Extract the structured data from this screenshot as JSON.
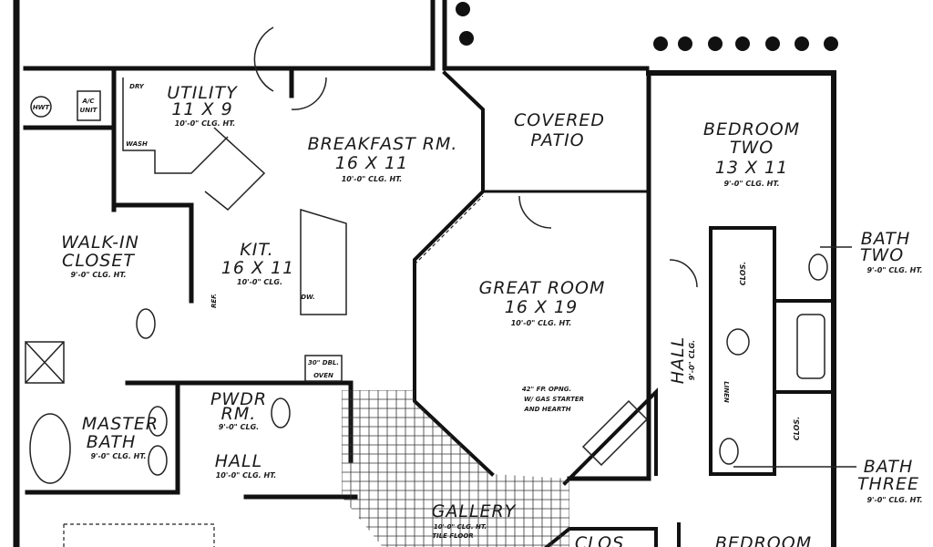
{
  "rooms": {
    "utility": {
      "name": "UTILITY",
      "size": "11 X 9",
      "ceiling": "10'-0\" CLG. HT."
    },
    "breakfast": {
      "name": "BREAKFAST RM.",
      "size": "16 X 11",
      "ceiling": "10'-0\" CLG. HT."
    },
    "patio": {
      "line1": "COVERED",
      "line2": "PATIO"
    },
    "bedroom_two": {
      "line1": "BEDROOM",
      "line2": "TWO",
      "size": "13 X 11",
      "ceiling": "9'-0\" CLG. HT."
    },
    "walkin": {
      "line1": "WALK-IN",
      "line2": "CLOSET",
      "ceiling": "9'-0\" CLG. HT."
    },
    "kitchen": {
      "name": "KIT.",
      "size": "16 X 11",
      "ceiling": "10'-0\" CLG."
    },
    "great_room": {
      "name": "GREAT ROOM",
      "size": "16 X 19",
      "ceiling": "10'-0\" CLG. HT."
    },
    "bath_two": {
      "line1": "BATH",
      "line2": "TWO",
      "ceiling": "9'-0\" CLG. HT."
    },
    "hall_right": {
      "name": "HALL",
      "ceiling": "9'-0\" CLG."
    },
    "oven": {
      "line1": "30\" DBL.",
      "line2": "OVEN"
    },
    "powder": {
      "line1": "PWDR",
      "line2": "RM.",
      "ceiling": "9'-0\" CLG."
    },
    "master_bath": {
      "line1": "MASTER",
      "line2": "BATH",
      "ceiling": "9'-0\" CLG. HT."
    },
    "hall_left": {
      "name": "HALL",
      "ceiling": "10'-0\" CLG. HT."
    },
    "fireplace": {
      "line1": "42\" FP. OPNG.",
      "line2": "W/ GAS STARTER",
      "line3": "AND HEARTH"
    },
    "gallery": {
      "name": "GALLERY",
      "ceiling": "10'-0\" CLG. HT.",
      "floor": "TILE FLOOR"
    },
    "bath_three": {
      "line1": "BATH",
      "line2": "THREE",
      "ceiling": "9'-0\" CLG. HT."
    },
    "bedroom_bottom": {
      "name": "BEDROOM"
    }
  },
  "fixtures": {
    "hwt": "HWT",
    "ac": "A/C",
    "ac2": "UNIT",
    "dry": "DRY",
    "wash": "WASH",
    "ref": "REF.",
    "dw": "DW.",
    "clos1": "CLOS.",
    "clos2": "CLOS.",
    "linen": "LINEN",
    "clos3": "CLOS"
  }
}
